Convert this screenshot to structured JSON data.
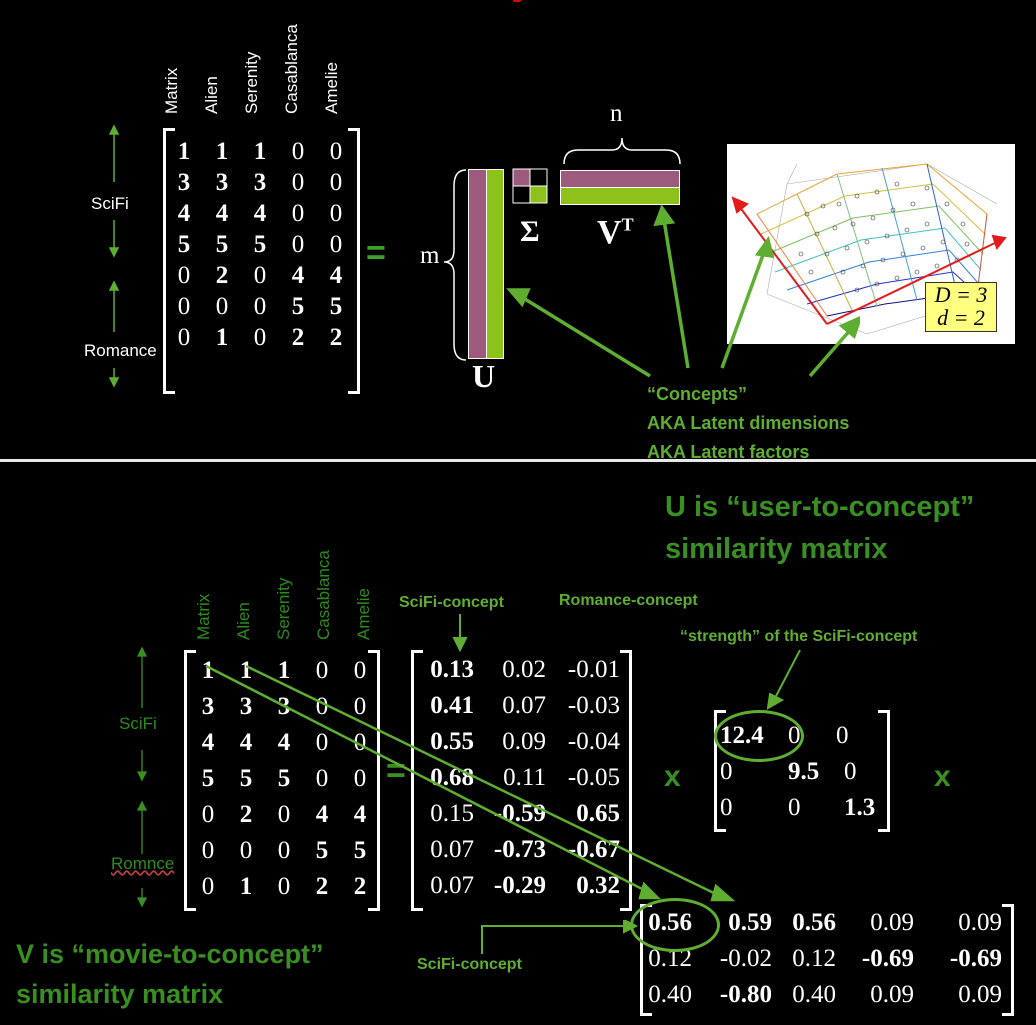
{
  "top": {
    "movies": [
      "Matrix",
      "Alien",
      "Serenity",
      "Casablanca",
      "Amelie"
    ],
    "groups": [
      "SciFi",
      "Romance"
    ],
    "matrix": [
      [
        "1",
        "1",
        "1",
        "0",
        "0"
      ],
      [
        "3",
        "3",
        "3",
        "0",
        "0"
      ],
      [
        "4",
        "4",
        "4",
        "0",
        "0"
      ],
      [
        "5",
        "5",
        "5",
        "0",
        "0"
      ],
      [
        "0",
        "2",
        "0",
        "4",
        "4"
      ],
      [
        "0",
        "0",
        "0",
        "5",
        "5"
      ],
      [
        "0",
        "1",
        "0",
        "2",
        "2"
      ]
    ],
    "equals": "=",
    "m_label": "m",
    "n_label": "n",
    "u_label": "U",
    "sigma_label": "Σ",
    "vt_label": "V",
    "vt_sup": "T",
    "concepts_lines": [
      "“Concepts”",
      "AKA Latent dimensions",
      "AKA Latent factors"
    ],
    "plot_D": "D = 3",
    "plot_d": "d = 2",
    "colors": {
      "u_purple": "#9c5b7c",
      "u_green": "#8cc21b",
      "arrow_green": "#5fae32",
      "plot_red": "#e21b1b"
    }
  },
  "bottom": {
    "u_caption_1": "U is “user-to-concept”",
    "u_caption_2": "similarity matrix",
    "v_caption_1": "V is “movie-to-concept”",
    "v_caption_2": "similarity matrix",
    "movies": [
      "Matrix",
      "Alien",
      "Serenity",
      "Casablanca",
      "Amelie"
    ],
    "groups": [
      "SciFi",
      "Romnce"
    ],
    "matrix": [
      [
        "1",
        "1",
        "1",
        "0",
        "0"
      ],
      [
        "3",
        "3",
        "3",
        "0",
        "0"
      ],
      [
        "4",
        "4",
        "4",
        "0",
        "0"
      ],
      [
        "5",
        "5",
        "5",
        "0",
        "0"
      ],
      [
        "0",
        "2",
        "0",
        "4",
        "4"
      ],
      [
        "0",
        "0",
        "0",
        "5",
        "5"
      ],
      [
        "0",
        "1",
        "0",
        "2",
        "2"
      ]
    ],
    "equals": "=",
    "scifi_concept_label": "SciFi-concept",
    "romance_concept_label": "Romance-concept",
    "strength_label": "“strength” of the SciFi-concept",
    "scifi_concept_label_2": "SciFi-concept",
    "u_matrix": [
      [
        "0.13",
        "0.02",
        "-0.01"
      ],
      [
        "0.41",
        "0.07",
        "-0.03"
      ],
      [
        "0.55",
        "0.09",
        "-0.04"
      ],
      [
        "0.68",
        "0.11",
        "-0.05"
      ],
      [
        "0.15",
        "-0.59",
        "0.65"
      ],
      [
        "0.07",
        "-0.73",
        "-0.67"
      ],
      [
        "0.07",
        "-0.29",
        "0.32"
      ]
    ],
    "times": "x",
    "sigma_matrix": [
      [
        "12.4",
        "0",
        "0"
      ],
      [
        "0",
        "9.5",
        "0"
      ],
      [
        "0",
        "0",
        "1.3"
      ]
    ],
    "v_matrix": [
      [
        "0.56",
        "0.59",
        "0.56",
        "0.09",
        "0.09"
      ],
      [
        "0.12",
        "-0.02",
        "0.12",
        "-0.69",
        "-0.69"
      ],
      [
        "0.40",
        "-0.80",
        "0.40",
        "0.09",
        "0.09"
      ]
    ]
  }
}
